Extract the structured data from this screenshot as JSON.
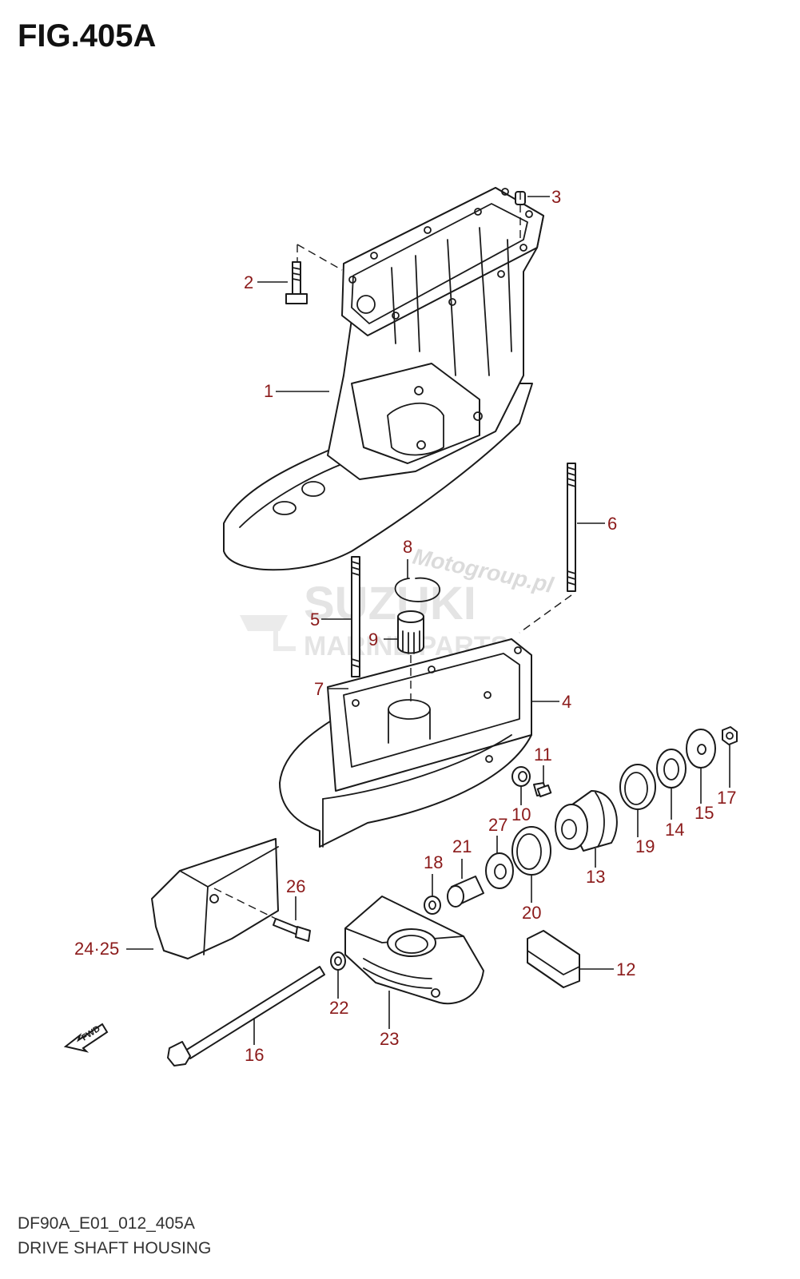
{
  "figure": {
    "title": "FIG.405A",
    "code": "DF90A_E01_012_405A",
    "caption": "DRIVE SHAFT HOUSING"
  },
  "watermark": {
    "brand": "SUZUKI",
    "sub": "MARINE PARTS",
    "site": "Motogroup.pl"
  },
  "fwd_label": "FWD",
  "colors": {
    "callout": "#8b1a1a",
    "line": "#1a1a1a",
    "watermark": "#d0d0d0"
  },
  "callouts": {
    "c1": "1",
    "c2": "2",
    "c3": "3",
    "c4": "4",
    "c5": "5",
    "c6": "6",
    "c7": "7",
    "c8": "8",
    "c9": "9",
    "c10": "10",
    "c11": "11",
    "c12": "12",
    "c13": "13",
    "c14": "14",
    "c15": "15",
    "c16": "16",
    "c17": "17",
    "c18": "18",
    "c19": "19",
    "c20": "20",
    "c21": "21",
    "c22": "22",
    "c23": "23",
    "c2425": "24·25",
    "c26": "26",
    "c27": "27"
  }
}
